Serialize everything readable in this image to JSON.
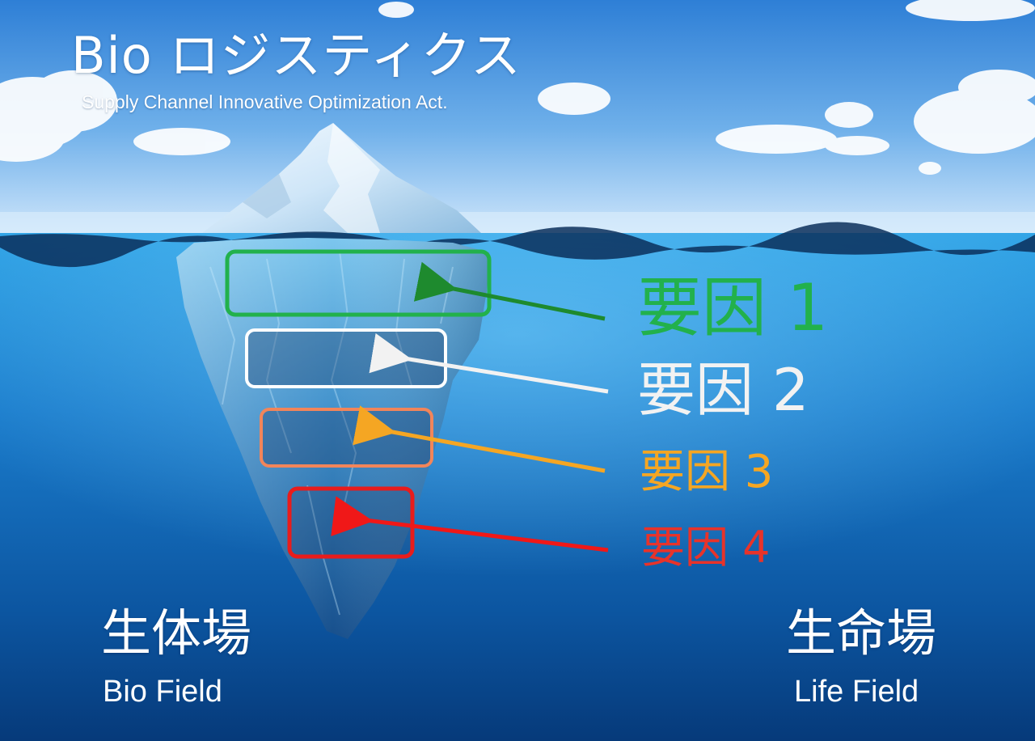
{
  "header": {
    "title": "Bio ロジスティクス",
    "subtitle": "Supply Channel Innovative Optimization Act."
  },
  "factors": [
    {
      "label": "要因 1",
      "color": "#22b14c"
    },
    {
      "label": "要因 2",
      "color": "#f2f2f2"
    },
    {
      "label": "要因 3",
      "color": "#f5a623"
    },
    {
      "label": "要因 4",
      "color": "#e8332a"
    }
  ],
  "box_colors": {
    "factor1": "#22b14c",
    "factor2": "#ffffff",
    "factor3": "#f2855a",
    "factor4": "#e81c1c"
  },
  "arrow_colors": {
    "factor1": "#1e8a2e",
    "factor2": "#f2f2f2",
    "factor3": "#f5a623",
    "factor4": "#f01818"
  },
  "fields": {
    "left": {
      "title": "生体場",
      "subtitle": "Bio Field"
    },
    "right": {
      "title": "生命場",
      "subtitle": "Life Field"
    }
  },
  "colors": {
    "sky_top": "#2e7fd6",
    "sky_horizon": "#cfe6fb",
    "water_surface": "#2fa3e6",
    "water_deep": "#063a7a",
    "ice_light": "#eaf6ff",
    "ice_deep": "#2e78b8"
  }
}
